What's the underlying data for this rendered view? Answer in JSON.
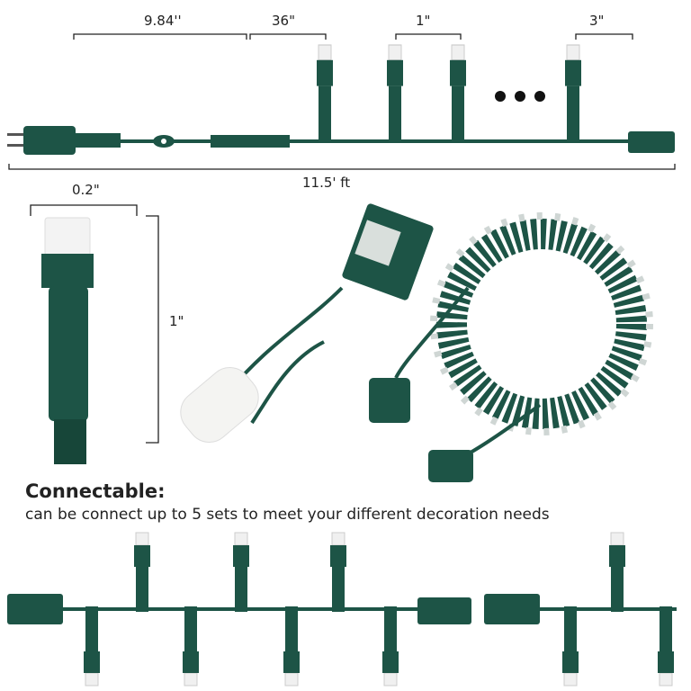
{
  "dimensions": {
    "lead_length": "9.84''",
    "spacing_first": "36\"",
    "bulb_spacing": "1\"",
    "tail_length": "3\"",
    "total_length": "11.5' ft",
    "bulb_width": "0.2\"",
    "bulb_height": "1\""
  },
  "caption": {
    "title": "Connectable:",
    "subtitle": "can be connect up to 5 sets to meet your different decoration needs"
  },
  "colors": {
    "wire": "#1d5446",
    "bulb_cap": "#f2f2f2"
  }
}
